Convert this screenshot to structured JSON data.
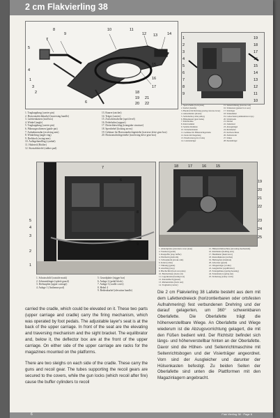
{
  "header": {
    "title": "2 cm Flakvierling 38"
  },
  "fig1": {
    "labels": [
      "1",
      "2",
      "3",
      "4",
      "5",
      "6",
      "7",
      "8",
      "9",
      "10",
      "11",
      "12",
      "13",
      "14",
      "15",
      "16",
      "17",
      "18",
      "19",
      "20",
      "21",
      "22"
    ],
    "caption_left": [
      "1. Tragkupplung (carrier pin)",
      "2. Horizontalrichtkurbel (traversing handle)",
      "3. Lafettenkasten (trail box)",
      "4. Winkel (angle)",
      "5. Tragkupplung (carrier pin)",
      "6. Führungsschienen (guide pin)",
      "7. Aufnahmezahn (receiving arm)",
      "8. Winkelring (angle ring)",
      "9. Drehbock (swing-arm)",
      "10. Auflagehandflug (cymbal)",
      "11. Halteteil (Holder)",
      "12. Sitzstahlstiefel (rubber pad)"
    ],
    "caption_right": [
      "13. Knarre (ratchet)",
      "14. Träger (carrier)",
      "15. Zwischenscheibe (sprit level)",
      "16. Federbahn (support)",
      "17. Dreieckbeschlag (triangular structure)",
      "18. Sperrhebel (locking arrow)",
      "19. Gehäuse für Horizontalrichtgetriebe (traverse drive gear box)",
      "20. Horizontalrichtgetriebe (traversing drive gear box)"
    ]
  },
  "fig2": {
    "labels": [
      "1",
      "2",
      "3",
      "4",
      "5",
      "6",
      "7",
      "8",
      "9",
      "10",
      "11",
      "12",
      "13",
      "14",
      "15",
      "16",
      "17",
      "18",
      "19"
    ],
    "caption_left": [
      "1. Sperrscheibe (lock plate)",
      "2. Kurbel (handle)",
      "3. Handrad für Richtung (swing traverse lever)",
      "4. Aufsatzhalter (mount)",
      "5. Seilscheibe (cable pulley)",
      "6. Hülsenkanal (gun frame)",
      "7. Rohrbremse",
      "8. Rohrtrommel",
      "9. Seilabrollrahmen",
      "10. Sicherheitsfeder",
      "11. Gehäuse für Höhenrichtgetriebe",
      "12. Kette mit Kupplung",
      "13. Pratzbolzen (pivot bolts)",
      "14. Lafettenträger"
    ],
    "caption_right": [
      "15. Seitenrichtung (traverse rod)",
      "16. Sitzkasten (gunner box seat)",
      "17. Sitzträger",
      "18. Sitzkammer",
      "19. Ladeschalen (ammunition trays)",
      "20. Schaltwerk",
      "21. Deckel",
      "22. Zahnritzel",
      "23. Abzugsbügel",
      "24. Richthebel",
      "25. Keilverschluss",
      "26. Zielfernrohr",
      "27. Stütze",
      "28. Pendelträger"
    ]
  },
  "fig3": {
    "labels": [
      "1",
      "2",
      "3",
      "4",
      "5",
      "6",
      "7",
      "8",
      "9"
    ],
    "caption_left": [
      "1. Schutzschild (outside mask)",
      "2. Schmutzfänger (splash guard)",
      "3. Drehzapfen (upper carriage)",
      "4. Anlage 1 (Anthenne pod)"
    ],
    "caption_right": [
      "5. Grundplatte (trigger bar)",
      "6. Anlage 2 (pedal block)",
      "7. Anlage 3 (cradle cover)",
      "8. Hebel 4",
      "9. Bedienkurbel (elevation handle)"
    ]
  },
  "fig4": {
    "labels": [
      "15",
      "16",
      "17",
      "18",
      "19",
      "20",
      "21",
      "22",
      "23",
      "24",
      "25"
    ],
    "caption_left": [
      "1. Abdeckplatte (elevation cover plate)",
      "2. Fussbrett (pedal)",
      "3. Rastpuffer (stop buffer)",
      "4. Plattform (platform)",
      "5. Schwenkarm (stroke arm)",
      "6. Kabel (cable)",
      "7. Führung (guide)",
      "8. Anschlag (stop)",
      "9. Blechschild (back rest plate)",
      "10. Blechschiene (back rail)",
      "11. Lagerkasten (bearing box)",
      "12. Knotenblech (gusset)",
      "13. Rückenstütze (back rest)",
      "14. Tragholm (carrier)"
    ],
    "caption_right": [
      "15. Höhenrichtmaschine (elevating mechanism)",
      "16. Rohrhalter (holding arm)",
      "17. Handhebel (hand lever)",
      "18. Rastzahnkranz (ratchet)",
      "19. Halbzapfen (trunnion)",
      "20. Abweiser (guard)",
      "21. Wiegenträger (cradle)",
      "22. Ausgleicher (equilibrator)",
      "23. Federgehäuse (spring housing)",
      "24. Federmutter (spring nut)",
      "25. Sicherung (safety catch)"
    ]
  },
  "text_en": [
    "carried the cradle, which could be elevated on it. These two parts (upper carriage and cradle) carry the firing mechanism, which was operated by foot pedals. The adjustable layer's seat is at the back of the upper carriage. In front of the seat are the elevating and traversing mechanism and the sight bracket. The equilibrator and, below it, the deflector box are at the front of the upper carriage. On either side of the upper carriage are racks for the magazines mounted on the platforms.",
    "There are two sleighs on each side of the cradle. These carry the guns and recoil gear. The tubes supporting the recoil gears are secured to the covers, while the gun locks (which recoil after fire) cause the buffer cylinders to recoil"
  ],
  "text_de": [
    "Die 2 cm Flakvierling 38 Lafette besteht aus dem mit dem Lafettendreieck (horizontierbaren oder ortsfesten Aufnahmering) fest verbundenen Drehring und der darauf gelagerten, um 360° schwenkbaren Oberlafette. Die Oberlafette trägt die höhenverstellbare Wiege. An Oberlafette und Wiege wiederum ist die Abzugsvorrichtung gelagert, die mit den Füßen bedient wird. Der Richtsitz befindet sich längs- und höhenverstellbar hinten an der Oberlafette. Davor sind die Höhen- und Seitenrichtmaschine mit Seitenrichtsbogen und der Visierträger angeordnet. Vorn sind der Ausgleicher und darunter der Hülsenkasten befestigt. Zu beiden Seiten der Oberlafette sind unten die Plattformen mit den Magazinlagern angebracht."
  ],
  "footer": {
    "page_number": "6",
    "magazine": "Flak Vierling 38 · Page 6"
  }
}
